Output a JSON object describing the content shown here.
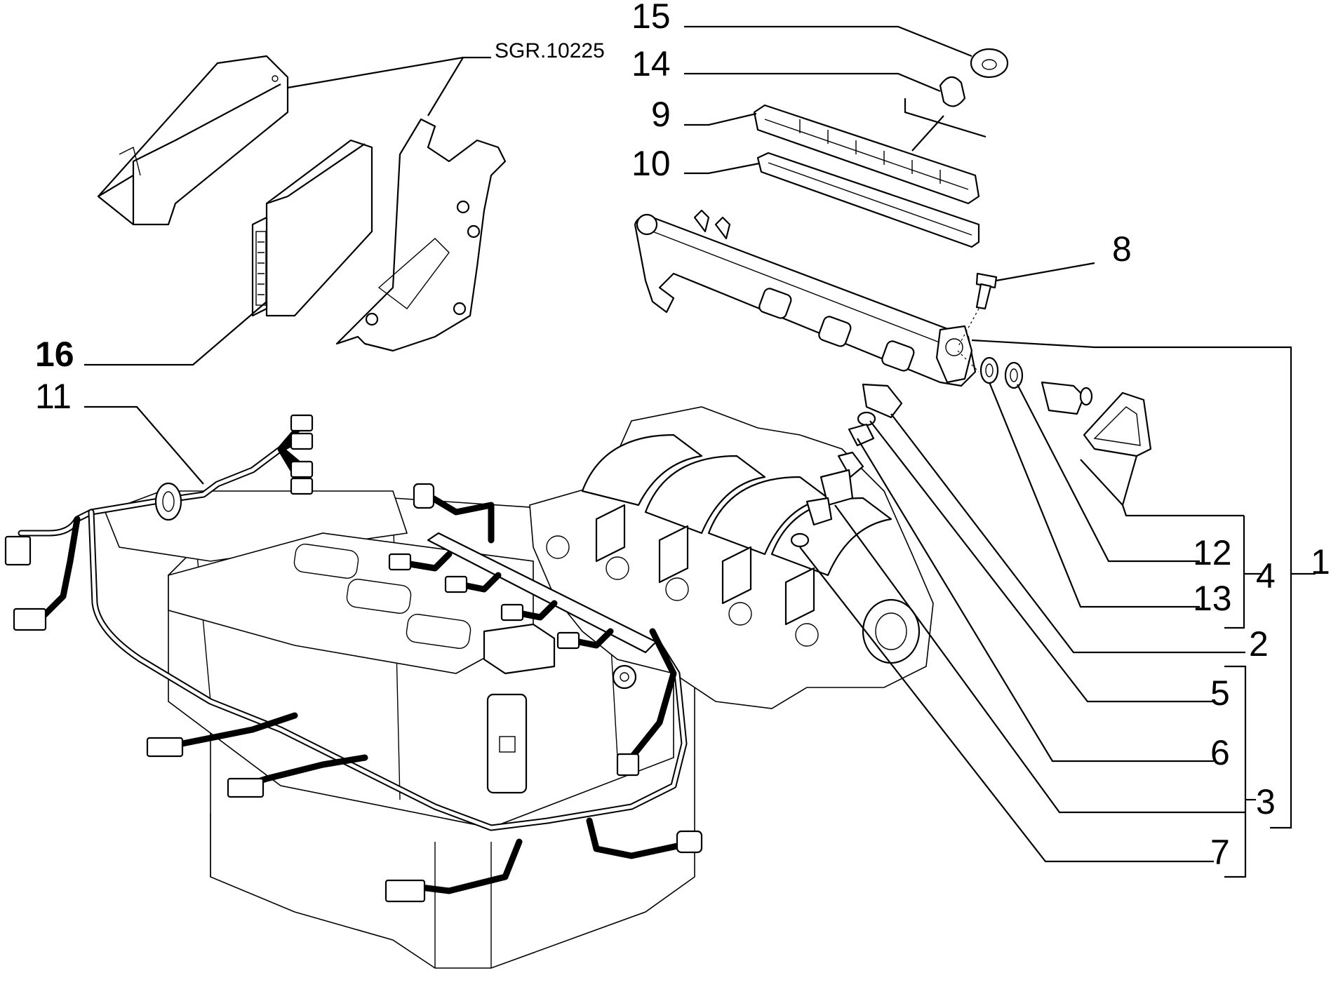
{
  "drawing": {
    "reference": "SGR.10225"
  },
  "callouts": [
    {
      "key": "c15",
      "label": "15"
    },
    {
      "key": "c14",
      "label": "14"
    },
    {
      "key": "c9",
      "label": "9"
    },
    {
      "key": "c10",
      "label": "10"
    },
    {
      "key": "c8",
      "label": "8"
    },
    {
      "key": "c16",
      "label": "16"
    },
    {
      "key": "c11",
      "label": "11"
    },
    {
      "key": "c12",
      "label": "12"
    },
    {
      "key": "c13",
      "label": "13"
    },
    {
      "key": "c4",
      "label": "4"
    },
    {
      "key": "c1",
      "label": "1"
    },
    {
      "key": "c2",
      "label": "2"
    },
    {
      "key": "c5",
      "label": "5"
    },
    {
      "key": "c6",
      "label": "6"
    },
    {
      "key": "c3",
      "label": "3"
    },
    {
      "key": "c7",
      "label": "7"
    }
  ]
}
